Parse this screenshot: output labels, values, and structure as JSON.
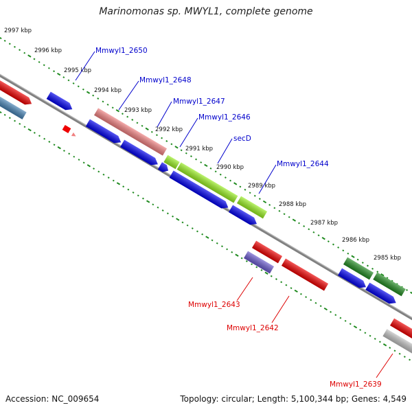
{
  "title": "Marinomonas sp. MWYL1, complete genome",
  "footer": {
    "accession": "Accession: NC_009654",
    "topology": "Topology: circular; Length: 5,100,344 bp; Genes: 4,549"
  },
  "ticks": [
    "2997 kbp",
    "2996 kbp",
    "2995 kbp",
    "2994 kbp",
    "2993 kbp",
    "2992 kbp",
    "2991 kbp",
    "2990 kbp",
    "2989 kbp",
    "2988 kbp",
    "2987 kbp",
    "2986 kbp",
    "2985 kbp"
  ],
  "gene_labels_forward": [
    "Mmwyl1_2650",
    "Mmwyl1_2648",
    "Mmwyl1_2647",
    "Mmwyl1_2646",
    "secD",
    "Mmwyl1_2644"
  ],
  "gene_labels_reverse": [
    "Mmwyl1_2643",
    "Mmwyl1_2642",
    "Mmwyl1_2639"
  ],
  "colors": {
    "label_forward": "#0000cc",
    "label_reverse": "#dd0000",
    "backbone": "#808080",
    "tick_dots": "#1f8a1f",
    "cds_blue": "#0000ee",
    "cds_red": "#ee0000",
    "cds_pink": "#f08080",
    "cds_lime": "#99ee22",
    "cds_green": "#228b22",
    "cds_steelblue": "#4682b4",
    "cds_slate": "#6a5acd",
    "cds_grey": "#c0c0c0"
  }
}
